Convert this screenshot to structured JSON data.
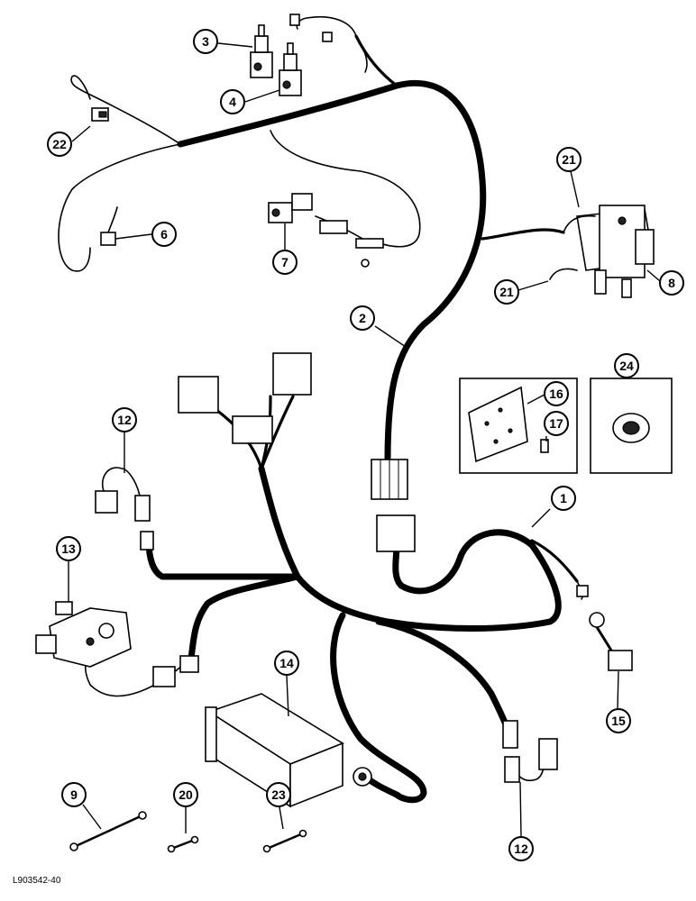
{
  "figure_code": "L903542-40",
  "callouts": [
    {
      "label": "1"
    },
    {
      "label": "2"
    },
    {
      "label": "3"
    },
    {
      "label": "4"
    },
    {
      "label": "6"
    },
    {
      "label": "7"
    },
    {
      "label": "8"
    },
    {
      "label": "9"
    },
    {
      "label": "12"
    },
    {
      "label": "12"
    },
    {
      "label": "13"
    },
    {
      "label": "14"
    },
    {
      "label": "15"
    },
    {
      "label": "16"
    },
    {
      "label": "17"
    },
    {
      "label": "20"
    },
    {
      "label": "21"
    },
    {
      "label": "21"
    },
    {
      "label": "22"
    },
    {
      "label": "23"
    },
    {
      "label": "24"
    }
  ]
}
